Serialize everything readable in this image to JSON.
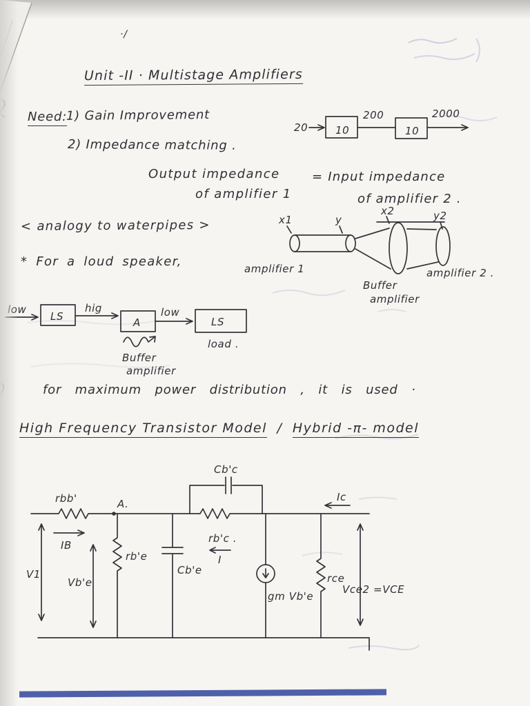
{
  "meta": {
    "ink_color": "#2f2f36",
    "bleed_blue": "#7f8bc7",
    "bottom_bar_blue": "#3c50a2"
  },
  "notes": {
    "stray_mark": "·/",
    "title": "Unit -II · Multistage Amplifiers",
    "need_label": "Need:",
    "need_item1": "1) Gain Improvement",
    "need_item2": "2) Impedance matching .",
    "out_impedance_line1": "Output impedance",
    "out_impedance_line2": "of amplifier 1",
    "in_impedance_line1": "= Input impedance",
    "in_impedance_line2": "of amplifier 2 .",
    "analogy": "< analogy to waterpipes >",
    "loudspeaker": "* For a loud speaker,",
    "max_power": "for maximum power distribution , it is used ·",
    "hf_part1": "High Frequency Transistor Model",
    "hf_sep": "/",
    "hf_part2": "Hybrid -π- model"
  },
  "gain_chain": {
    "input_level": "20",
    "stage1_gain": "10",
    "mid_level": "200",
    "stage2_gain": "10",
    "output_level": "2000"
  },
  "pipes": {
    "x1": "x1",
    "y1": "y",
    "x2": "x2",
    "y2": "y2",
    "amp1": "amplifier 1",
    "buffer_line1": "Buffer",
    "buffer_line2": "amplifier",
    "amp2": "amplifier 2 ."
  },
  "ls_chain": {
    "in_level": "low",
    "box1": "LS",
    "mid_level": "hig",
    "box2": "A",
    "out_level": "low",
    "box3": "LS",
    "load": "load .",
    "buffer_line1": "Buffer",
    "buffer_line2": "amplifier"
  },
  "circuit": {
    "rbb": "rbb'",
    "node_a": "A.",
    "ib": "IB",
    "v1": "V1",
    "vbe": "Vb'e",
    "rbe": "rb'e",
    "cbe": "Cb'e",
    "cbc": "Cb'c",
    "rbc": "rb'c .",
    "i_label": "I",
    "gm": "gm Vb'e",
    "rce": "rce",
    "vce": "Vce2 =VCE",
    "ic": "Ic"
  }
}
